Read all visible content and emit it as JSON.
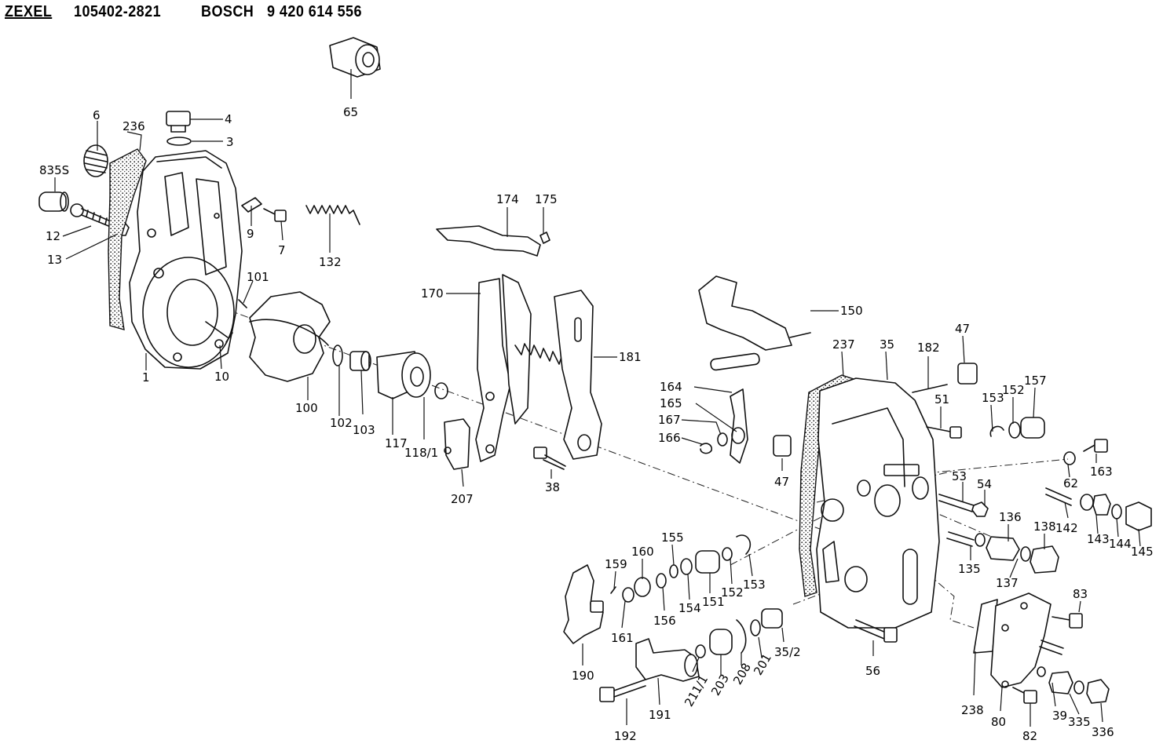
{
  "header": {
    "brand_left": "ZEXEL",
    "part_no_left": "105402-2821",
    "brand_right": "BOSCH",
    "part_no_right": "9 420 614 556"
  },
  "labels": [
    "65",
    "4",
    "3",
    "6",
    "236",
    "835S",
    "12",
    "13",
    "9",
    "7",
    "132",
    "101",
    "1",
    "10",
    "100",
    "102",
    "103",
    "117",
    "118/1",
    "207",
    "38",
    "174",
    "175",
    "170",
    "181",
    "150",
    "164",
    "165",
    "167",
    "166",
    "47",
    "237",
    "35",
    "182",
    "47",
    "51",
    "153",
    "152",
    "157",
    "163",
    "53",
    "54",
    "62",
    "142",
    "136",
    "138",
    "143",
    "144",
    "145",
    "135",
    "137",
    "155",
    "160",
    "159",
    "161",
    "156",
    "154",
    "151",
    "152",
    "153",
    "190",
    "191",
    "192",
    "211/1",
    "203",
    "208",
    "201",
    "35/2",
    "56",
    "238",
    "80",
    "82",
    "39",
    "335",
    "336",
    "83"
  ]
}
